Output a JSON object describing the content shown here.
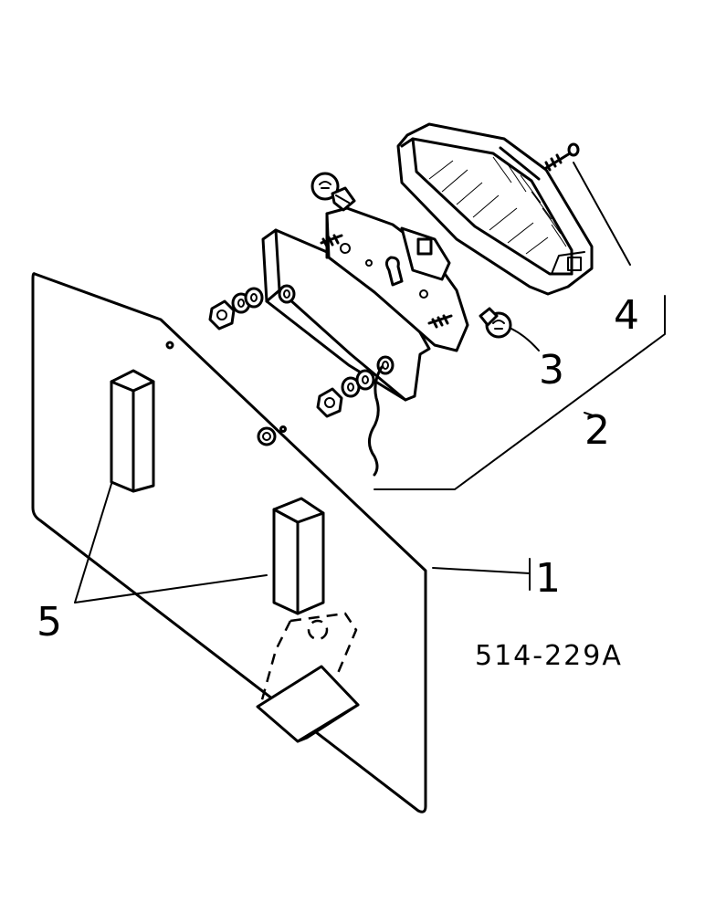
{
  "callouts": {
    "c1": "1",
    "c2": "2",
    "c3": "3",
    "c4": "4",
    "c5": "5"
  },
  "figure_code": "514-229A"
}
